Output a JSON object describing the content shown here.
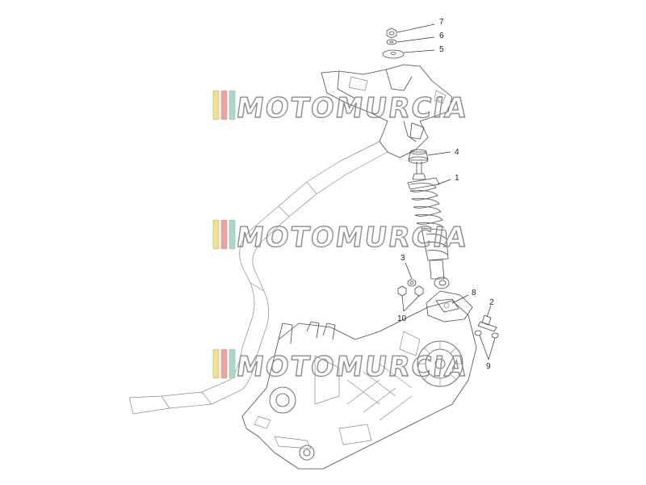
{
  "diagram": {
    "callouts": [
      {
        "id": "1",
        "label": "1"
      },
      {
        "id": "2",
        "label": "2"
      },
      {
        "id": "3",
        "label": "3"
      },
      {
        "id": "4",
        "label": "4"
      },
      {
        "id": "5",
        "label": "5"
      },
      {
        "id": "6",
        "label": "6"
      },
      {
        "id": "7",
        "label": "7"
      },
      {
        "id": "8",
        "label": "8"
      },
      {
        "id": "9",
        "label": "9"
      },
      {
        "id": "10",
        "label": "10"
      }
    ],
    "watermark": {
      "text": "MOTOMURCIA",
      "colors": [
        "#f3e08a",
        "#f0a0a0",
        "#a8dcc0"
      ]
    },
    "colors": {
      "line": "#4a4a4a",
      "background": "#ffffff"
    }
  }
}
